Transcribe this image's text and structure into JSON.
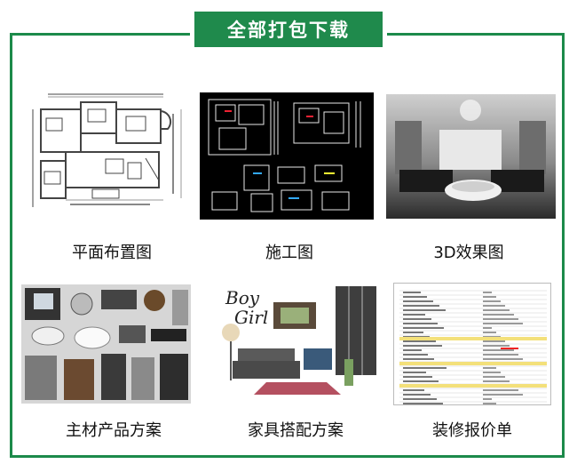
{
  "banner": {
    "title": "全部打包下载"
  },
  "tiles": [
    {
      "label": "平面布置图",
      "icon": "floor-plan-image"
    },
    {
      "label": "施工图",
      "icon": "construction-drawing-image"
    },
    {
      "label": "3D效果图",
      "icon": "3d-rendering-image"
    },
    {
      "label": "主材产品方案",
      "icon": "materials-board-image"
    },
    {
      "label": "家具搭配方案",
      "icon": "furniture-moodboard-image"
    },
    {
      "label": "装修报价单",
      "icon": "quotation-sheet-image"
    }
  ],
  "moodboard_text": {
    "line1": "Boy",
    "line2": "Girl"
  },
  "colors": {
    "accent": "#1f8a4c",
    "border": "#1c8a4a"
  }
}
